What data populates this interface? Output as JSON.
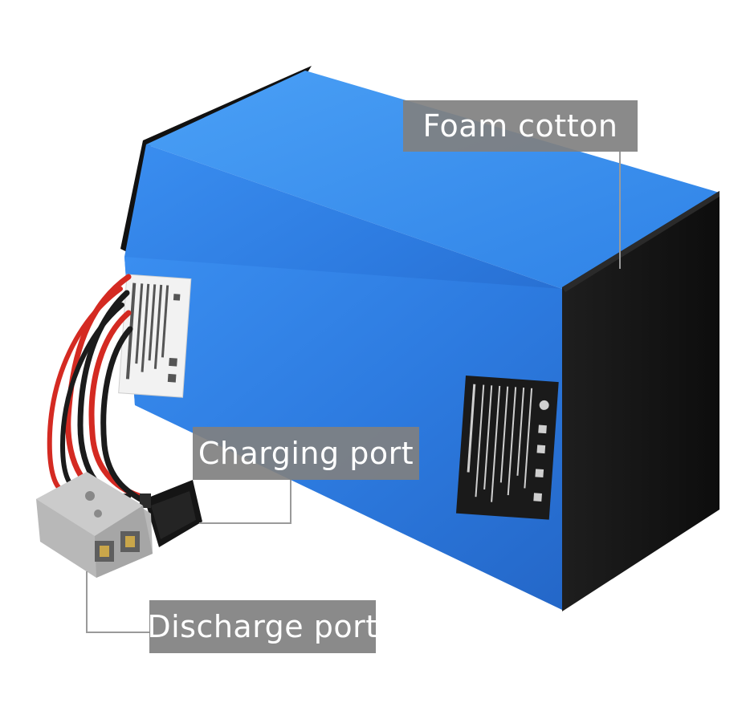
{
  "callouts": {
    "foam_cotton": "Foam cotton",
    "charging_port": "Charging port",
    "discharge_port": "Discharge port"
  },
  "colors": {
    "battery_blue": "#2f7fe0",
    "foam_black": "#141414",
    "label_gray": "#808080",
    "wire_red": "#d42a22",
    "connector_gray": "#b8b8b8"
  }
}
